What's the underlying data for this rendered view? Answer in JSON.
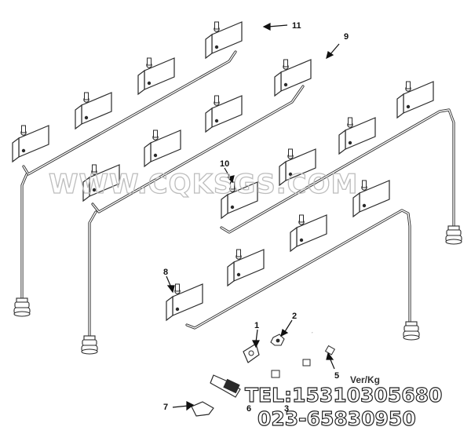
{
  "callouts": [
    {
      "id": "c11",
      "label": "11"
    },
    {
      "id": "c9",
      "label": "9"
    },
    {
      "id": "c10",
      "label": "10"
    },
    {
      "id": "c8",
      "label": "8"
    },
    {
      "id": "c1",
      "label": "1"
    },
    {
      "id": "c2",
      "label": "2"
    },
    {
      "id": "c5",
      "label": "5"
    },
    {
      "id": "c7",
      "label": "7"
    },
    {
      "id": "c6",
      "label": "6"
    },
    {
      "id": "c3",
      "label": "3"
    }
  ],
  "watermark": {
    "site": "WWW.CQKSGS.COM",
    "phone": "TEL:15310305680",
    "phone2": "023-65830950",
    "stamp": "Ver/Kg"
  }
}
